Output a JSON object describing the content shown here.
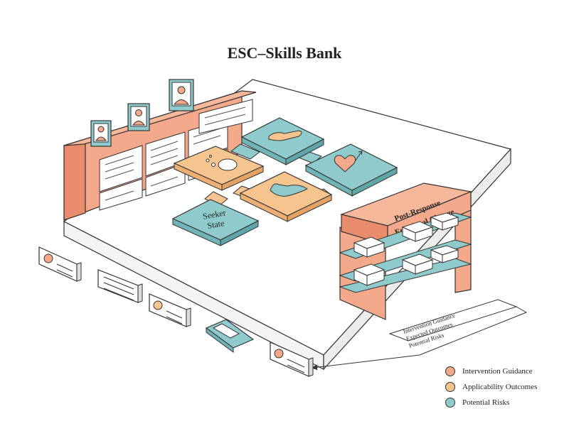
{
  "title": "ESC–Skills Bank",
  "colors": {
    "salmon": "#f3a98a",
    "salmon_dark": "#e88c6b",
    "peach": "#f6c48f",
    "teal": "#8fcbcd",
    "teal_dark": "#6fb5b8",
    "ink": "#333333"
  },
  "tiles": {
    "seeker_state": [
      "Seeker",
      "State"
    ]
  },
  "shelf_sign": [
    "Post-Response",
    "Emotional Change"
  ],
  "callout_lines": [
    "Intervention Guidance",
    "Expected Outcomes",
    "Potential Risks"
  ],
  "legend": [
    {
      "label": "Intervention Guidance",
      "color": "#f3a98a"
    },
    {
      "label": "Applicability Outcomes",
      "color": "#f6c48f"
    },
    {
      "label": "Potential Risks",
      "color": "#8fcbcd"
    }
  ]
}
